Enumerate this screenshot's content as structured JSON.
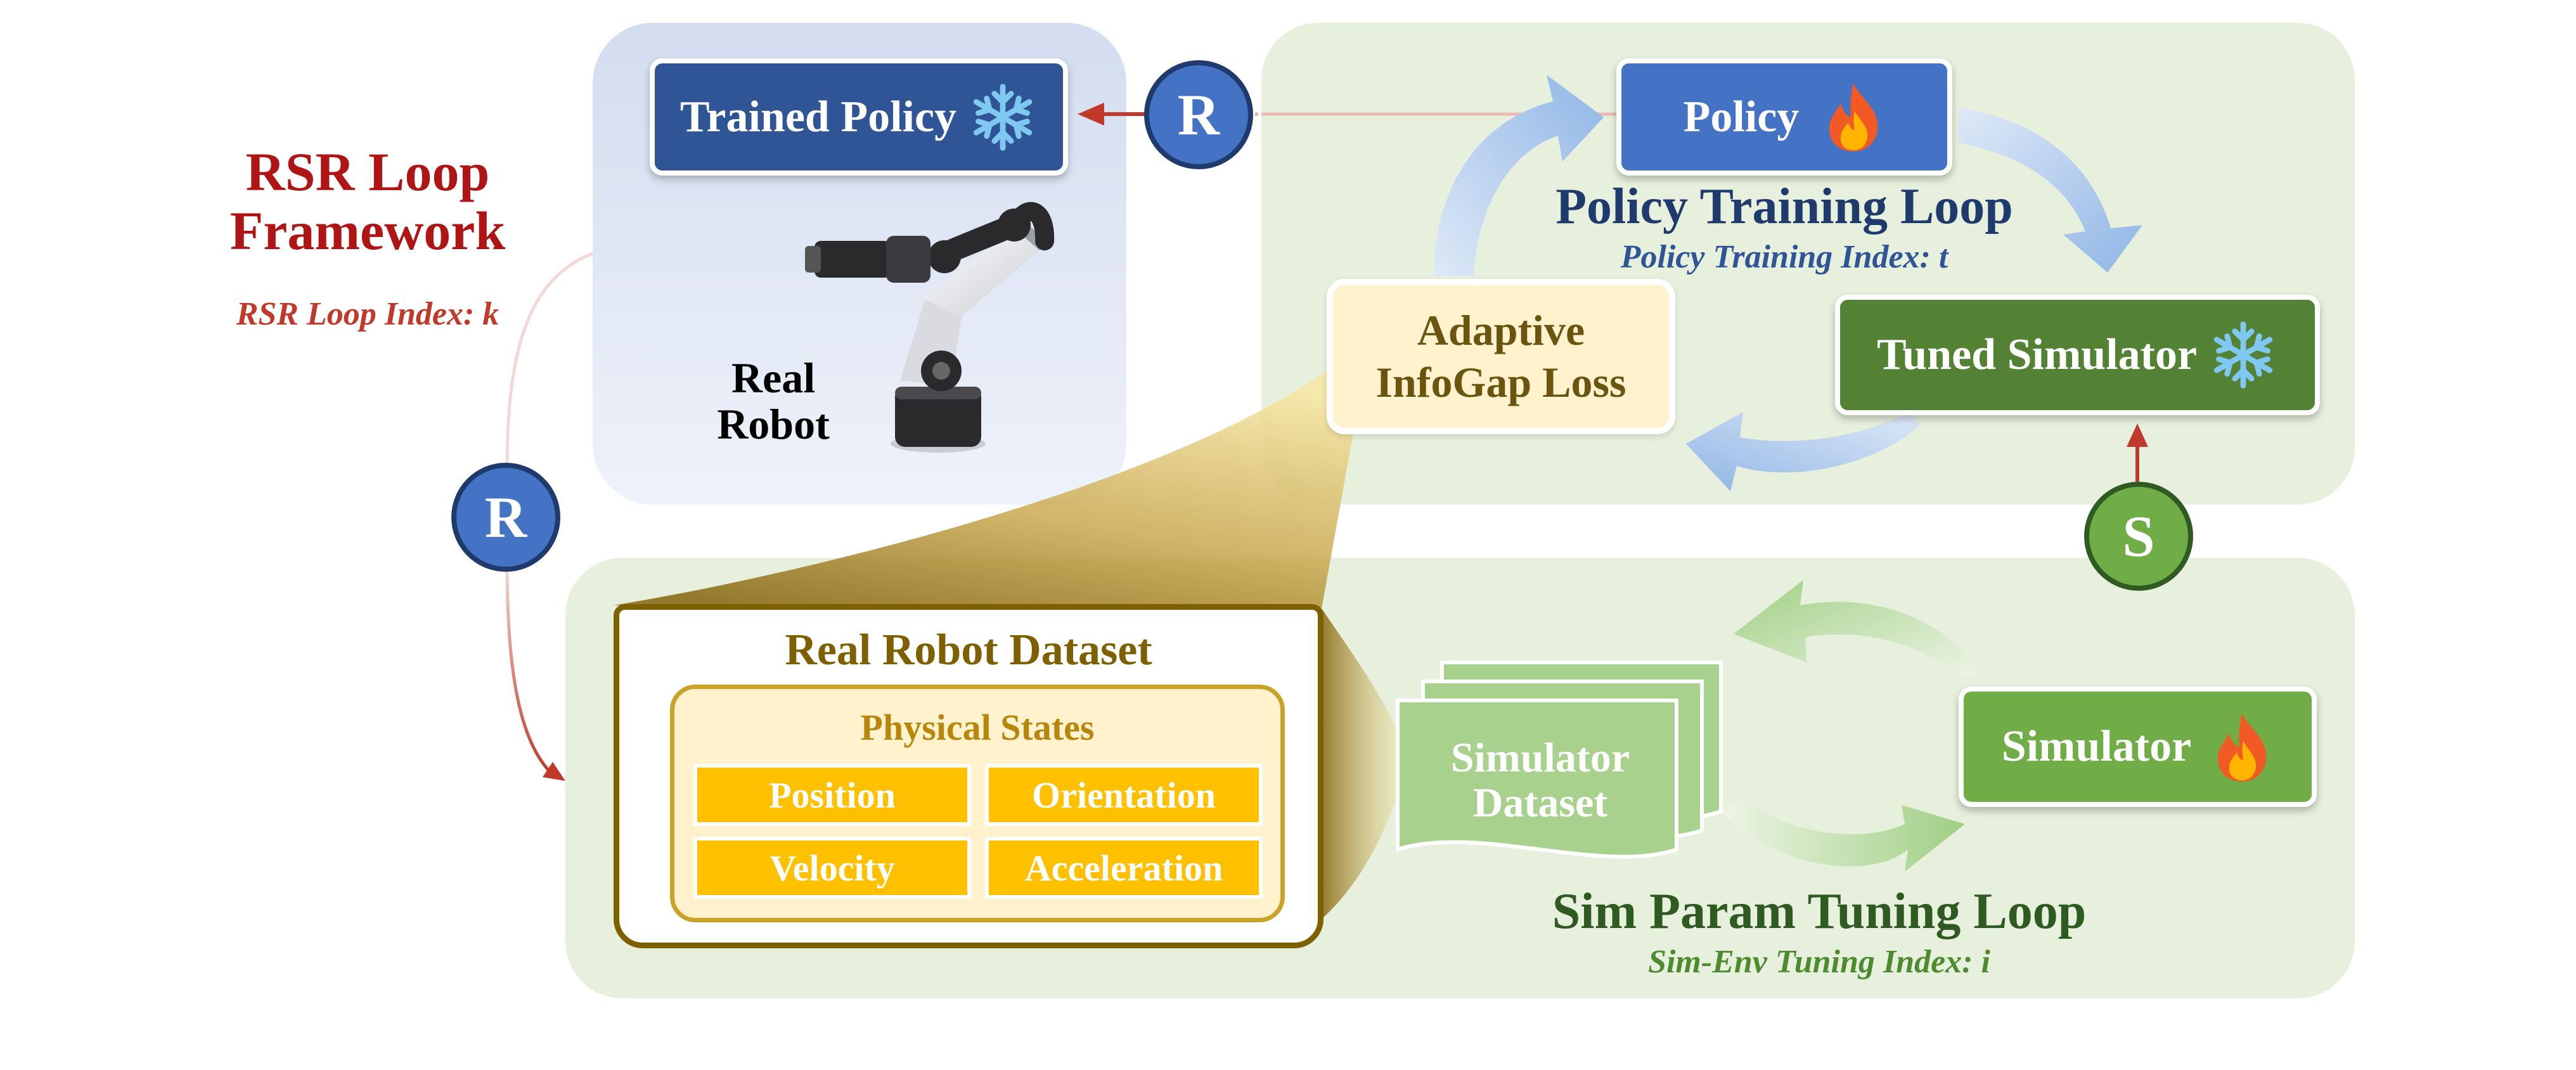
{
  "framework": {
    "title_line1": "RSR Loop",
    "title_line2": "Framework",
    "index_label": "RSR Loop Index: k"
  },
  "nodes": {
    "trained_policy": "Trained Policy",
    "real_robot_line1": "Real",
    "real_robot_line2": "Robot",
    "policy": "Policy",
    "tuned_simulator": "Tuned Simulator",
    "adaptive_line1": "Adaptive",
    "adaptive_line2": "InfoGap Loss",
    "simulator": "Simulator",
    "simulator_dataset_line1": "Simulator",
    "simulator_dataset_line2": "Dataset"
  },
  "loops": {
    "policy_training": "Policy Training Loop",
    "policy_training_index": "Policy Training Index: t",
    "sim_tuning": "Sim Param Tuning Loop",
    "sim_tuning_index": "Sim-Env Tuning Index: i"
  },
  "dataset": {
    "title": "Real Robot Dataset",
    "subtitle": "Physical States",
    "fields": [
      "Position",
      "Orientation",
      "Velocity",
      "Acceleration"
    ]
  },
  "badges": {
    "top": "R",
    "left": "R",
    "sim": "S"
  },
  "icons": {
    "frozen": "snowflake-icon",
    "training": "flame-icon"
  },
  "colors": {
    "red_title": "#b01515",
    "navy_text": "#1f3b6e",
    "green_text": "#2f5a22",
    "olive_text": "#6b5410",
    "blue_node": "#2f5597",
    "blue_policy": "#4472c4",
    "green_node": "#548235",
    "green_sim": "#70ad47",
    "gold_field": "#ffc000",
    "panel_green": "#e6f0dc",
    "panel_blue": "#dce4f2",
    "cream": "#fff2cc"
  }
}
